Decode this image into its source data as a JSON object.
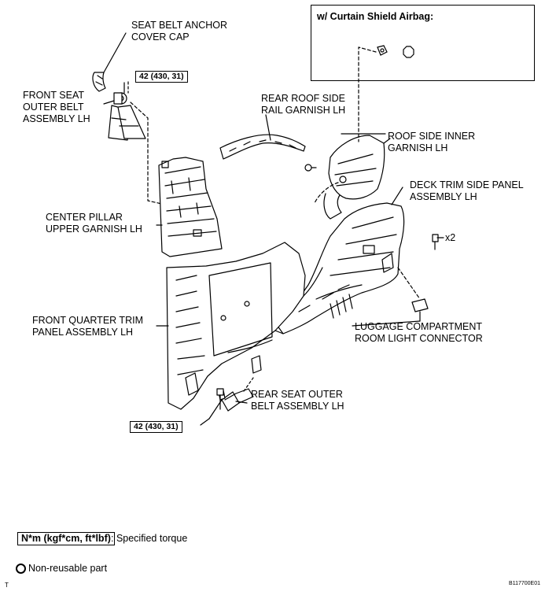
{
  "inset": {
    "title": "w/ Curtain Shield Airbag:"
  },
  "labels": {
    "seat_belt_anchor_cover_cap": "SEAT BELT ANCHOR\nCOVER CAP",
    "front_seat_outer_belt": "FRONT SEAT\nOUTER BELT\nASSEMBLY LH",
    "rear_roof_side_rail_garnish": "REAR ROOF SIDE\nRAIL GARNISH LH",
    "roof_side_inner_garnish": "ROOF SIDE INNER\nGARNISH LH",
    "deck_trim_side_panel": "DECK TRIM SIDE PANEL\nASSEMBLY LH",
    "center_pillar_upper_garnish": "CENTER PILLAR\nUPPER GARNISH LH",
    "front_quarter_trim_panel": "FRONT QUARTER TRIM\nPANEL ASSEMBLY LH",
    "luggage_light_connector": "LUGGAGE COMPARTMENT\nROOM LIGHT CONNECTOR",
    "rear_seat_outer_belt": "REAR SEAT OUTER\nBELT ASSEMBLY LH",
    "quantity_x2": "x2"
  },
  "torque": {
    "upper": "42 (430, 31)",
    "lower": "42 (430, 31)"
  },
  "legend": {
    "torque_unit": "N*m (kgf*cm, ft*lbf)",
    "torque_desc": ": Specified torque",
    "nonreusable": "Non-reusable part"
  },
  "footer": {
    "code": "B117700E01",
    "mark": "T"
  }
}
